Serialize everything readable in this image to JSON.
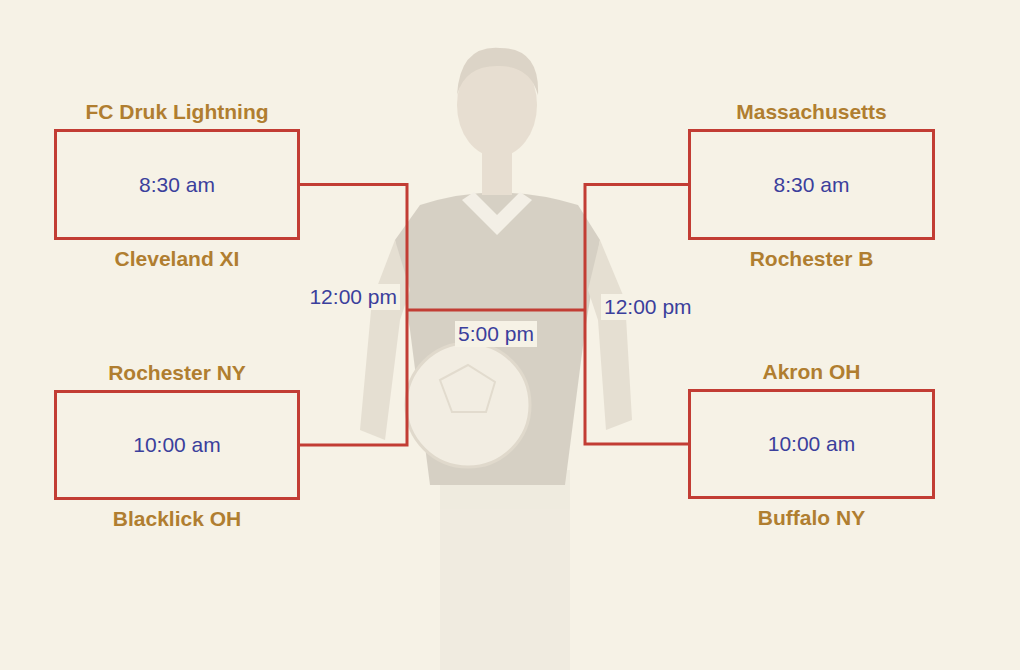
{
  "diagram": {
    "nodes": [
      {
        "text": [
          "FC Druk Lightning",
          "8:30 am",
          "Cleveland XI"
        ]
      },
      {
        "text": [
          "Massachusetts",
          "8:30 am",
          "Rochester B"
        ]
      },
      {
        "text": [
          "Rochester NY",
          "10:00 am",
          "Blacklick OH"
        ]
      },
      {
        "text": [
          "Akron OH",
          "10:00 am",
          "Buffalo NY"
        ]
      }
    ],
    "edges": [
      {
        "from": 0,
        "to": 2,
        "arrow": "none",
        "label": "12:00 pm"
      },
      {
        "from": 1,
        "to": 3,
        "arrow": "none",
        "label": "12:00 pm"
      }
    ],
    "labels": [
      "5:00 pm"
    ]
  }
}
